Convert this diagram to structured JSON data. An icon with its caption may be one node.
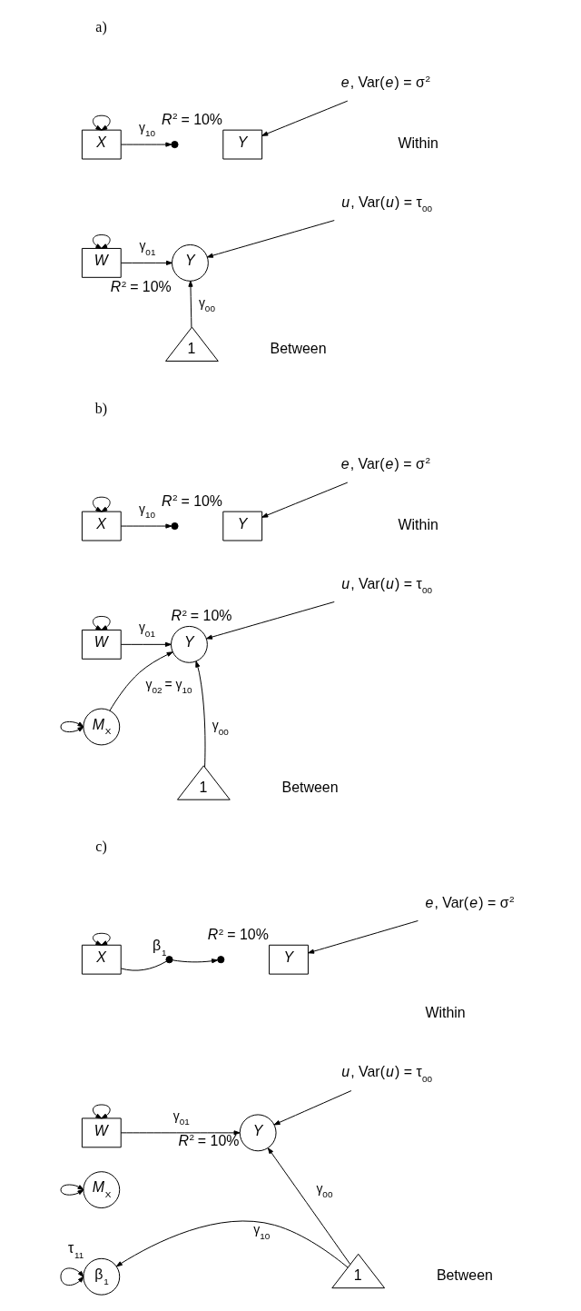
{
  "diagram": {
    "nodes": [
      {
        "text": [
          "X"
        ]
      },
      {
        "text": [],
        "shape": "circle"
      },
      {
        "text": [
          "Y"
        ],
        "beside": [
          "*R*$^{2}$ = 10%"
        ]
      },
      {
        "text": [
          "*e*, Var(*e*) = σ$^{2}$"
        ]
      },
      {
        "text": [
          "W"
        ]
      },
      {
        "text": [
          "Y"
        ],
        "beside": [
          "*R*$^{2}$ = 10%"
        ]
      },
      {
        "text": [
          "*u*, Var(*u*) = τ$_{00}$"
        ]
      },
      {
        "text": [
          "1"
        ]
      },
      {
        "text": [
          "X"
        ]
      },
      {
        "text": [],
        "shape": "circle"
      },
      {
        "text": [
          "Y"
        ],
        "beside": [
          "*R*$^{2}$ = 10%"
        ]
      },
      {
        "text": [
          "*e*, Var(*e*) = σ$^{2}$"
        ]
      },
      {
        "text": [
          "W"
        ]
      },
      {
        "text": [
          "Y"
        ],
        "beside": [
          "*R*$^{2}$ = 10%"
        ]
      },
      {
        "text": [
          "*u*, Var(*u*) = τ$_{00}$"
        ]
      },
      {
        "text": [
          "*M*$_{X}$"
        ]
      },
      {
        "text": [
          "1"
        ]
      },
      {
        "text": [
          "X"
        ]
      },
      {
        "text": [],
        "shape": "circle",
        "beside": [
          "β$_{1}$"
        ]
      },
      {
        "text": [],
        "shape": "circle"
      },
      {
        "text": [
          "Y"
        ],
        "beside": [
          "*R*$^{2}$ = 10%"
        ]
      },
      {
        "text": [
          "*e*, Var(*e*) = σ$^{2}$"
        ]
      },
      {
        "text": [
          "W"
        ]
      },
      {
        "text": [
          "Y"
        ],
        "beside": [
          "*R*$^{2}$ = 10%"
        ]
      },
      {
        "text": [
          "*u*, Var(*u*) = τ$_{00}$"
        ]
      },
      {
        "text": [
          "*M*$_{X}$"
        ]
      },
      {
        "text": [
          "β$_{1}$"
        ],
        "beside": [
          "τ$_{11}$"
        ]
      },
      {
        "text": [
          "1"
        ]
      }
    ],
    "edges": [
      {
        "from": 0,
        "to": 0,
        "arrow": "both"
      },
      {
        "from": 0,
        "to": 1,
        "arrow": "to",
        "label": "γ$_{10}$"
      },
      {
        "from": 3,
        "to": 2,
        "arrow": "to"
      },
      {
        "from": 4,
        "to": 4,
        "arrow": "both"
      },
      {
        "from": 4,
        "to": 5,
        "arrow": "to",
        "label": "γ$_{01}$"
      },
      {
        "from": 6,
        "to": 5,
        "arrow": "to"
      },
      {
        "from": 7,
        "to": 5,
        "arrow": "to",
        "label": "γ$_{00}$"
      },
      {
        "from": 8,
        "to": 8,
        "arrow": "both"
      },
      {
        "from": 8,
        "to": 9,
        "arrow": "to",
        "label": "γ$_{10}$"
      },
      {
        "from": 11,
        "to": 10,
        "arrow": "to"
      },
      {
        "from": 12,
        "to": 12,
        "arrow": "both"
      },
      {
        "from": 12,
        "to": 13,
        "arrow": "to",
        "label": "γ$_{01}$"
      },
      {
        "from": 14,
        "to": 13,
        "arrow": "to"
      },
      {
        "from": 15,
        "to": 15,
        "arrow": "both"
      },
      {
        "from": 15,
        "to": 13,
        "arrow": "to",
        "label": "γ$_{02}$ = γ$_{10}$"
      },
      {
        "from": 16,
        "to": 13,
        "arrow": "to",
        "label": "γ$_{00}$"
      },
      {
        "from": 17,
        "to": 17,
        "arrow": "both"
      },
      {
        "from": 17,
        "to": 18,
        "arrow": "none"
      },
      {
        "from": 18,
        "to": 19,
        "arrow": "to"
      },
      {
        "from": 21,
        "to": 20,
        "arrow": "to"
      },
      {
        "from": 22,
        "to": 22,
        "arrow": "both"
      },
      {
        "from": 22,
        "to": 23,
        "arrow": "to",
        "label": "γ$_{01}$"
      },
      {
        "from": 24,
        "to": 23,
        "arrow": "to"
      },
      {
        "from": 25,
        "to": 25,
        "arrow": "both"
      },
      {
        "from": 26,
        "to": 26,
        "arrow": "both"
      },
      {
        "from": 27,
        "to": 26,
        "arrow": "to",
        "label": "γ$_{10}$"
      },
      {
        "from": 27,
        "to": 23,
        "arrow": "to",
        "label": "γ$_{00}$"
      }
    ],
    "labels": [
      "a)",
      "Within",
      "Between",
      "b)",
      "Within",
      "Between",
      "c)",
      "Within",
      "Between"
    ]
  }
}
